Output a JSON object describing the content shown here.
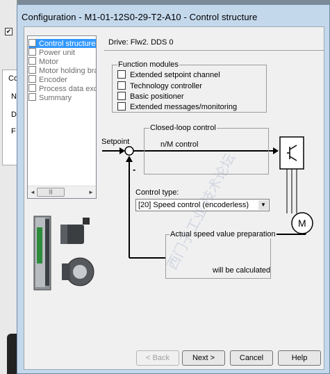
{
  "dialog": {
    "title": "Configuration - M1-01-12S0-29-T2-A10 - Control structure"
  },
  "background_window": {
    "checkbox_mark": "✔",
    "letters": [
      "Co",
      "N",
      "D",
      "F"
    ]
  },
  "nav": {
    "items": [
      {
        "label": "Control structure",
        "selected": true
      },
      {
        "label": "Power unit"
      },
      {
        "label": "Motor"
      },
      {
        "label": "Motor holding brake"
      },
      {
        "label": "Encoder"
      },
      {
        "label": "Process data exch"
      },
      {
        "label": "Summary"
      }
    ],
    "scroll_left": "◄",
    "scroll_right": "►",
    "thumb_grip": "|||"
  },
  "drive": {
    "label": "Drive: Flw2. DDS 0"
  },
  "function_modules": {
    "title": "Function modules",
    "items": [
      {
        "label": "Extended setpoint channel",
        "checked": false
      },
      {
        "label": "Technology controller",
        "checked": false
      },
      {
        "label": "Basic positioner",
        "checked": false
      },
      {
        "label": "Extended messages/monitoring",
        "checked": false
      }
    ]
  },
  "diagram": {
    "setpoint_label": "Setpoint",
    "minus_sign": "-",
    "closed_loop_title": "Closed-loop control",
    "closed_loop_text": "n/M control",
    "control_type_label": "Control type:",
    "control_type_value": "[20] Speed control (encoderless)",
    "actual_speed_title": "Actual speed value preparation",
    "actual_speed_text": "will be calculated",
    "motor_symbol": "M"
  },
  "buttons": {
    "back": "< Back",
    "next": "Next >",
    "cancel": "Cancel",
    "help": "Help"
  },
  "watermark": {
    "text": "西门子工业 技术论坛"
  },
  "colors": {
    "selection": "#3399ff",
    "dialog_frame": "#c4d8ec",
    "client_bg": "#f0f0f0"
  }
}
